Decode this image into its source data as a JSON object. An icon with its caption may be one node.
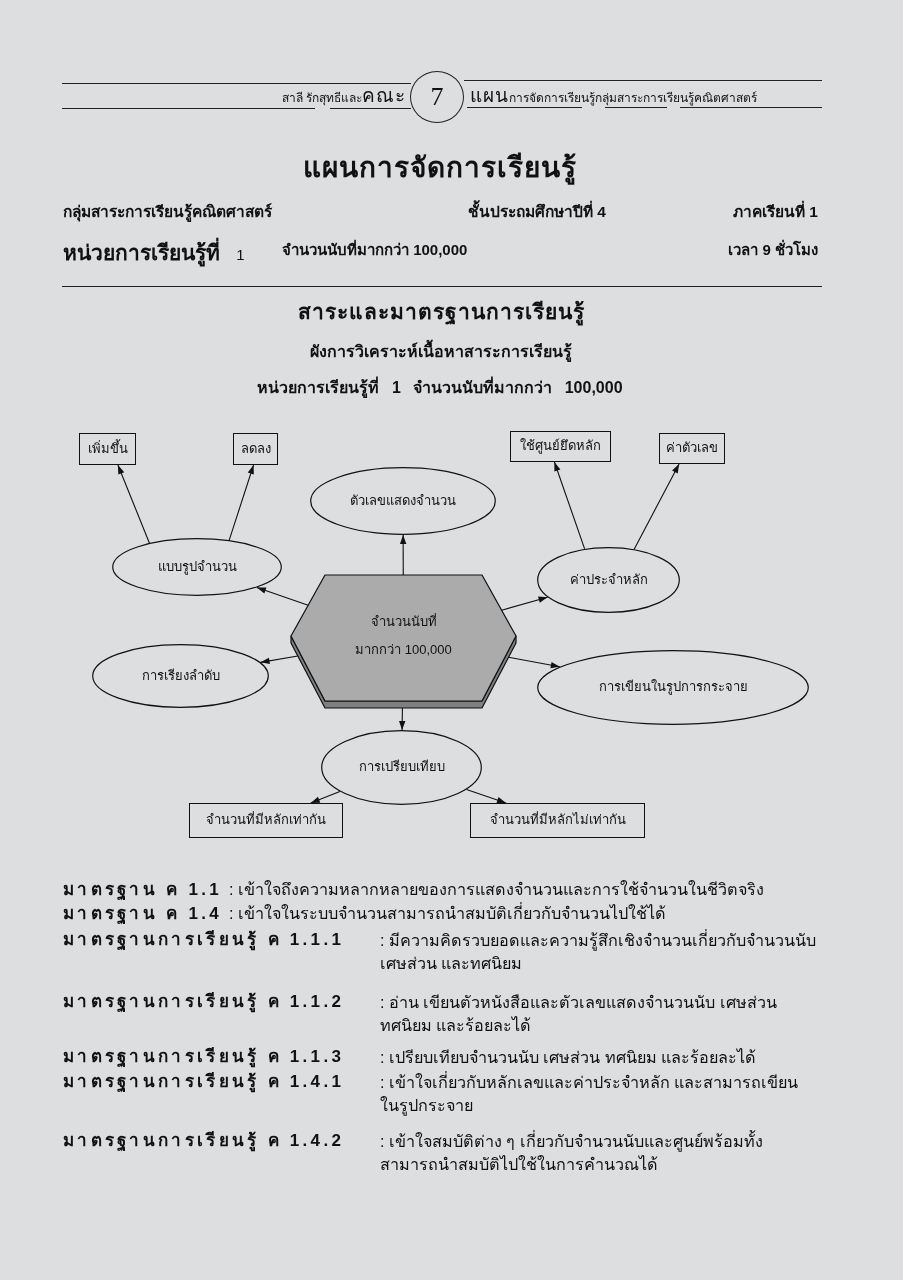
{
  "diagram": {
    "title": "แผนการจัดการเรียนรู้",
    "nodes": [
      {
        "text": [
          "เพิ่มขึ้น"
        ]
      },
      {
        "text": [
          "ลดลง"
        ]
      },
      {
        "text": [
          "ใช้ศูนย์ยึดหลัก"
        ]
      },
      {
        "text": [
          "ค่าตัวเลข"
        ]
      },
      {
        "text": [
          "ตัวเลขแสดงจำนวน"
        ]
      },
      {
        "text": [
          "แบบรูปจำนวน"
        ]
      },
      {
        "text": [
          "ค่าประจำหลัก"
        ]
      },
      {
        "text": [
          "จำนวนนับที่ มากกว่า 100,000"
        ]
      },
      {
        "text": [
          "การเรียงลำดับ"
        ]
      },
      {
        "text": [
          "การเขียนในรูปการกระจาย"
        ]
      },
      {
        "text": [
          "การเปรียบเทียบ"
        ]
      },
      {
        "text": [
          "จำนวนที่มีหลักเท่ากัน"
        ]
      },
      {
        "text": [
          "จำนวนที่มีหลักไม่เท่ากัน"
        ]
      }
    ],
    "edges": [
      {
        "from": 7,
        "to": 5,
        "arrow": "to"
      },
      {
        "from": 7,
        "to": 4,
        "arrow": "to"
      },
      {
        "from": 7,
        "to": 6,
        "arrow": "to"
      },
      {
        "from": 7,
        "to": 8,
        "arrow": "to"
      },
      {
        "from": 7,
        "to": 9,
        "arrow": "to"
      },
      {
        "from": 7,
        "to": 10,
        "arrow": "to"
      },
      {
        "from": 5,
        "to": 0,
        "arrow": "to"
      },
      {
        "from": 5,
        "to": 1,
        "arrow": "to"
      },
      {
        "from": 6,
        "to": 2,
        "arrow": "to"
      },
      {
        "from": 6,
        "to": 3,
        "arrow": "to"
      },
      {
        "from": 10,
        "to": 11,
        "arrow": "to"
      },
      {
        "from": 10,
        "to": 12,
        "arrow": "to"
      }
    ],
    "labels": [
      "สาลี รักสุทธีและ**คณะ**",
      "7",
      "**แผน**การจัดการเรียนรู้กลุ่มสาระการเรียนรู้คณิตศาสตร์",
      "กลุ่มสาระการเรียนรู้คณิตศาสตร์",
      "ชั้นประถมศึกษาปีที่ 4",
      "ภาคเรียนที่ 1",
      "**หน่วยการเรียนรู้ที่** 1",
      "จำนวนนับที่มากกว่า 100,000",
      "เวลา 9 ชั่วโมง",
      "สาระและมาตรฐานการเรียนรู้",
      "ผังการวิเคราะห์เนื้อหาสาระการเรียนรู้",
      "หน่วยการเรียนรู้ที่ 1 จำนวนนับที่มากกว่า 100,000",
      "มาตรฐาน ค 1.1",
      ": เข้าใจถึงความหลากหลายของการแสดงจำนวนและการใช้จำนวนในชีวิตจริง",
      "มาตรฐาน ค 1.4",
      ": เข้าใจในระบบจำนวนสามารถนำสมบัติเกี่ยวกับจำนวนไปใช้ได้",
      "มาตรฐานการเรียนรู้ ค 1.1.1",
      ": มีความคิดรวบยอดและความรู้สึกเชิงจำนวนเกี่ยวกับจำนวนนับ เศษส่วน และทศนิยม",
      "มาตรฐานการเรียนรู้ ค 1.1.2",
      ": อ่าน เขียนตัวหนังสือและตัวเลขแสดงจำนวนนับ เศษส่วน ทศนิยม และร้อยละได้",
      "มาตรฐานการเรียนรู้ ค 1.1.3",
      ": เปรียบเทียบจำนวนนับ เศษส่วน ทศนิยม และร้อยละได้",
      "มาตรฐานการเรียนรู้ ค 1.4.1",
      ": เข้าใจเกี่ยวกับหลักเลขและค่าประจำหลัก และสามารถเขียนในรูปกระจาย",
      "มาตรฐานการเรียนรู้ ค 1.4.2",
      ": เข้าใจสมบัติต่าง ๆ เกี่ยวกับจำนวนนับและศูนย์พร้อมทั้งสามารถนำสมบัติไปใช้ในการคำนวณได้"
    ]
  }
}
